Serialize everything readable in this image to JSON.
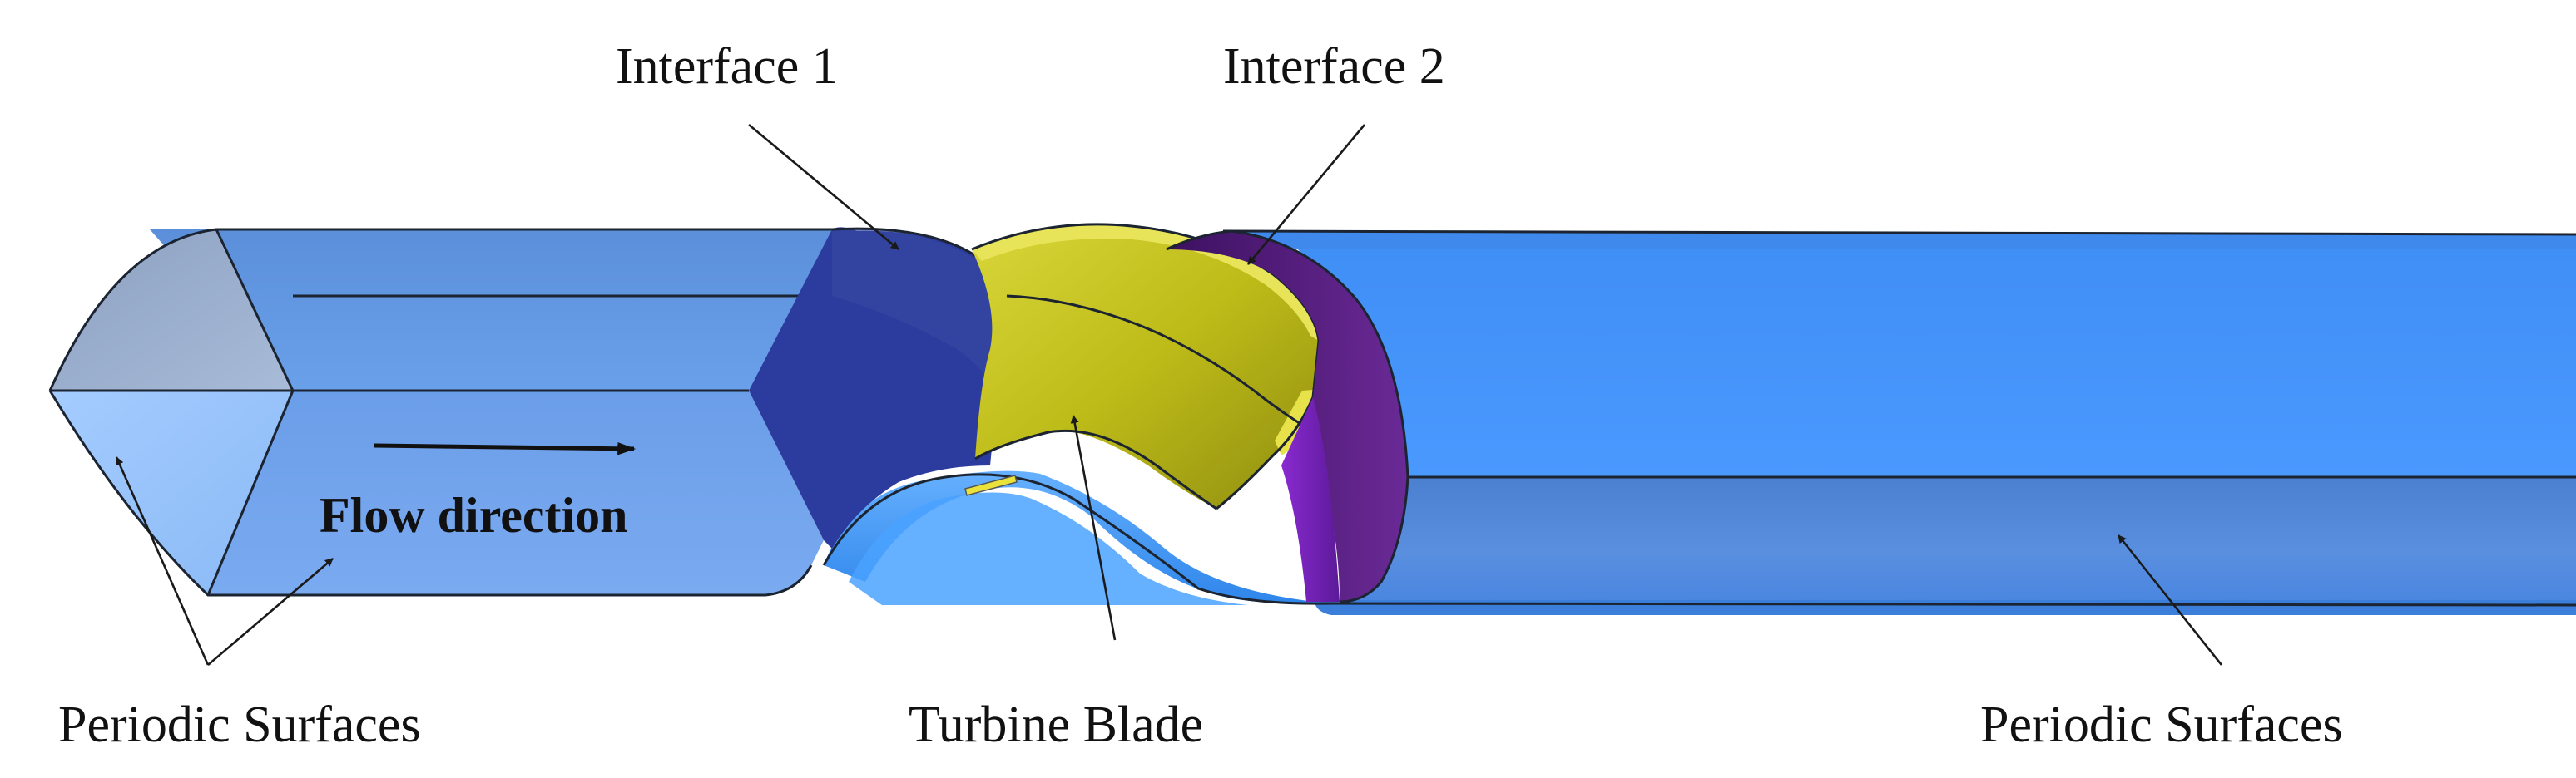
{
  "labels": {
    "interface_1": "Interface 1",
    "interface_2": "Interface 2",
    "flow_direction": "Flow direction",
    "periodic_surfaces_left": "Periodic Surfaces",
    "turbine_blade": "Turbine Blade",
    "periodic_surfaces_right": "Periodic Surfaces"
  },
  "colors": {
    "inlet_periodic_face": "#a9cfff",
    "inlet_top_face": "#5a8ed8",
    "inlet_side_face": "#6fa2ea",
    "outlet_top_face": "#4491f5",
    "outlet_side_face": "#4f86db",
    "interface_1_disc": "#2c3b9e",
    "interface_2_disc": "#4b1a6e",
    "turbine_blade": "#c6c41c",
    "hub": "#3b93f0"
  }
}
